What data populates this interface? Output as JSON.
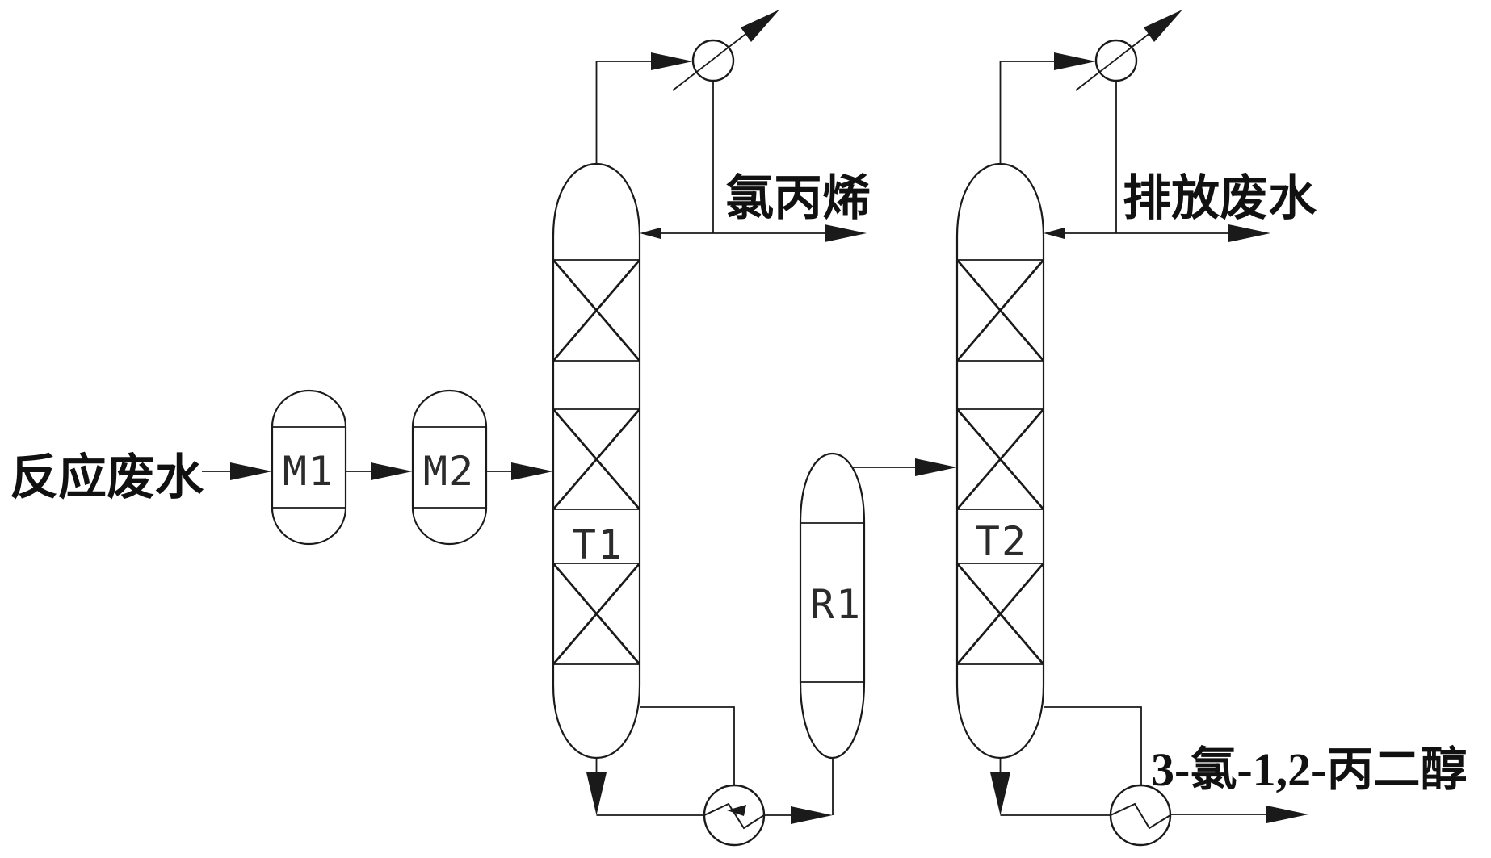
{
  "diagram": {
    "type": "process-flow-diagram",
    "background": "#ffffff",
    "line_color": "#1a1a1a",
    "streams": {
      "feed": "反应废水",
      "t1_overhead_product": "氯丙烯",
      "t2_overhead_product": "排放废水",
      "t2_bottom_product": "3-氯-1,2-丙二醇"
    },
    "equipment": {
      "m1": "M1",
      "m2": "M2",
      "t1": "T1",
      "r1": "R1",
      "t2": "T2"
    }
  }
}
